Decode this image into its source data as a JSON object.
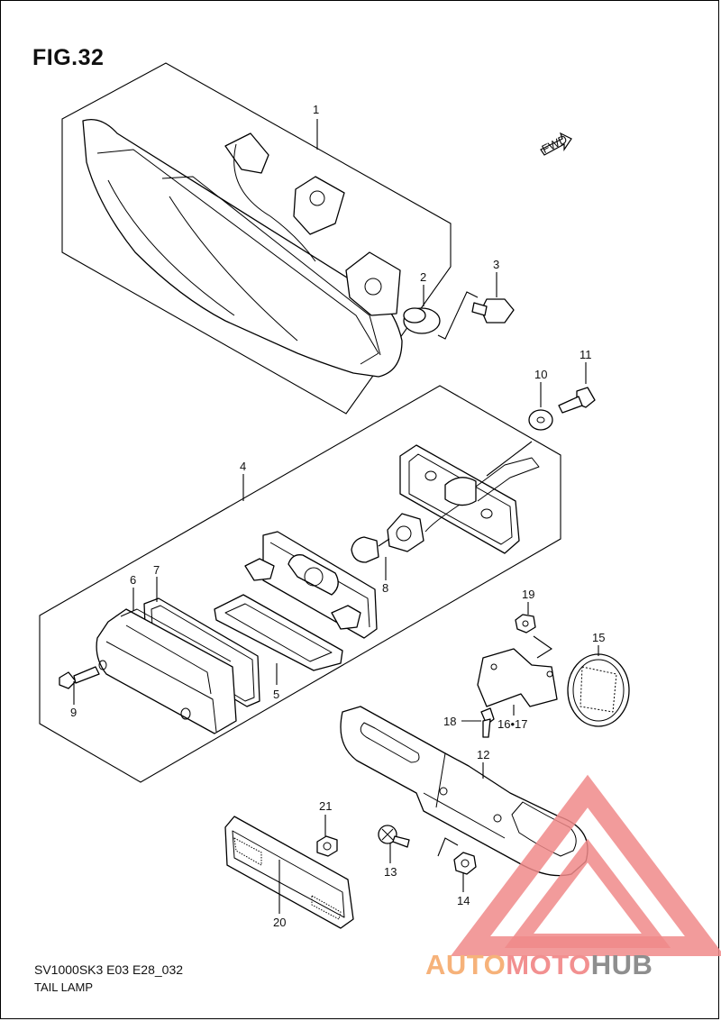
{
  "figure": {
    "title": "FIG.32"
  },
  "footer": {
    "model_code": "SV1000SK3 E03 E28_032",
    "caption": "TAIL LAMP"
  },
  "fwd_arrow": {
    "label": "FWD"
  },
  "callouts": [
    "1",
    "2",
    "3",
    "4",
    "5",
    "6",
    "7",
    "8",
    "9",
    "10",
    "11",
    "12",
    "13",
    "14",
    "15",
    "16•17",
    "18",
    "19",
    "20",
    "21"
  ],
  "watermark": {
    "part_a": "AUTO",
    "part_b": "MOTO",
    "part_c": "HUB",
    "colors": {
      "auto": "#f6b27a",
      "moto": "#f29090",
      "hub": "#8e8e8e",
      "triangle": "#f08a8a"
    }
  }
}
